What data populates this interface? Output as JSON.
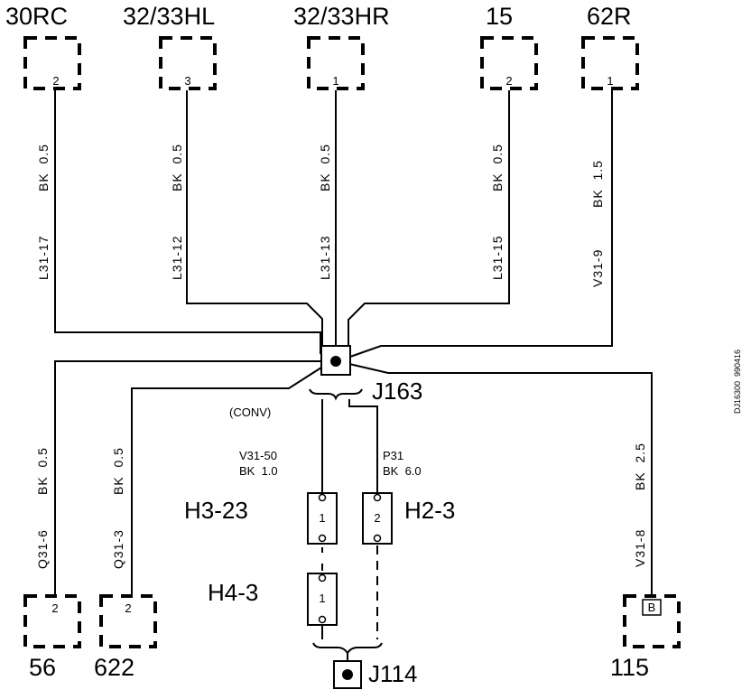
{
  "connectors_top": [
    {
      "name": "30RC",
      "pin": "2"
    },
    {
      "name": "32/33HL",
      "pin": "3"
    },
    {
      "name": "32/33HR",
      "pin": "1"
    },
    {
      "name": "15",
      "pin": "2"
    },
    {
      "name": "62R",
      "pin": "1"
    }
  ],
  "connectors_bottom": [
    {
      "name": "56",
      "pin": "2"
    },
    {
      "name": "622",
      "pin": "2"
    },
    {
      "name": "115",
      "pin": "B"
    }
  ],
  "wires": [
    {
      "circuit": "L31-17",
      "spec": "BK  0.5"
    },
    {
      "circuit": "L31-12",
      "spec": "BK  0.5"
    },
    {
      "circuit": "L31-13",
      "spec": "BK  0.5"
    },
    {
      "circuit": "L31-15",
      "spec": "BK  0.5"
    },
    {
      "circuit": "V31-9",
      "spec": "BK  1.5"
    },
    {
      "circuit": "Q31-6",
      "spec": "BK  0.5"
    },
    {
      "circuit": "Q31-3",
      "spec": "BK  0.5"
    },
    {
      "circuit": "V31-8",
      "spec": "BK  2.5"
    }
  ],
  "splice": {
    "label": "J163",
    "conv": "(CONV)"
  },
  "ground": {
    "label": "J114"
  },
  "wire_center_left": {
    "circuit": "V31-50",
    "spec": "BK  1.0"
  },
  "wire_center_right": {
    "circuit": "P31",
    "spec": "BK  6.0"
  },
  "connectors_mid": [
    {
      "name": "H3-23",
      "pin": "1"
    },
    {
      "name": "H2-3",
      "pin": "2"
    },
    {
      "name": "H4-3",
      "pin": "1"
    }
  ],
  "figure_id": "DJ16300  990416"
}
